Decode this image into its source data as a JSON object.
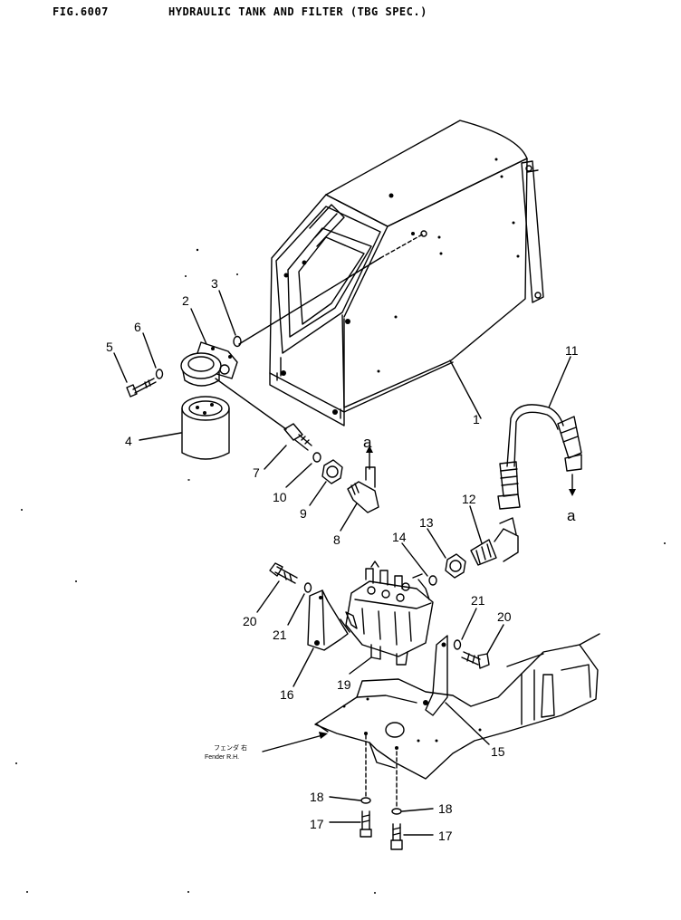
{
  "header": {
    "fig": "FIG.6007",
    "title": "HYDRAULIC TANK AND FILTER (TBG SPEC.)"
  },
  "callouts": [
    "1",
    "2",
    "3",
    "4",
    "5",
    "6",
    "7",
    "8",
    "9",
    "10",
    "11",
    "12",
    "13",
    "14",
    "15",
    "16",
    "17",
    "18",
    "19",
    "20",
    "21"
  ],
  "connector_mark": "a",
  "fender_note": {
    "jp": "フェンダ 右",
    "en": "Fender R.H."
  }
}
